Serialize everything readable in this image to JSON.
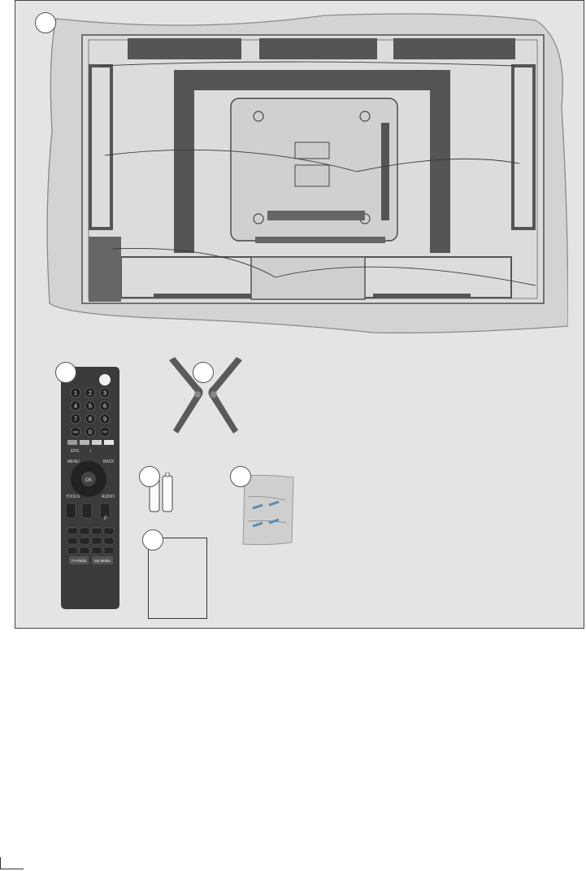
{
  "colors": {
    "panel": "#e4e4e4",
    "bag": "#d2d2d2",
    "tv_dark": "#4e4e4e",
    "remote": "#3b3b3b",
    "stand": "#5a5a5a"
  },
  "remote": {
    "keys_digits": [
      "1",
      "2",
      "3",
      "4",
      "5",
      "6",
      "7",
      "8",
      "9",
      "FAV",
      "0",
      "TXT"
    ],
    "key_epg": "EPG",
    "key_i": "i",
    "key_ok": "OK",
    "key_menu": "MENU",
    "key_back": "BACK",
    "key_tools": "TOOLS",
    "key_audio": "AUDIO",
    "key_p": "P",
    "key_tvradio": "TV-Radio",
    "key_mymedia": "My Media"
  },
  "icons": [
    "circle-label-icon",
    "bag-icon",
    "battery-icon",
    "remote-icon",
    "stand-icon",
    "manual-icon"
  ]
}
